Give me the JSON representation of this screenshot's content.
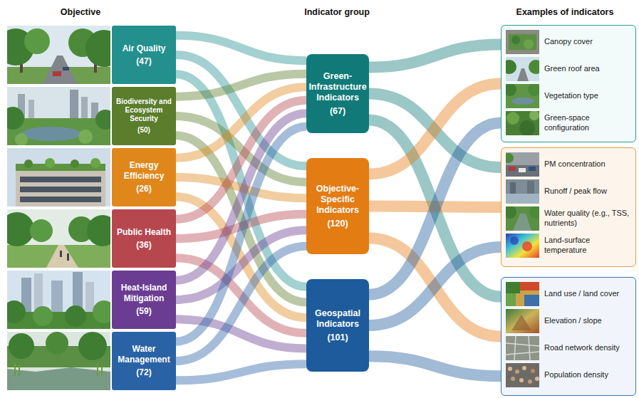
{
  "diagram": {
    "nodes": [
      {
        "text": [
          "Air Quality",
          "(47)"
        ]
      },
      {
        "text": [
          "Biodiversity and Ecosystem Security",
          "(50)"
        ]
      },
      {
        "text": [
          "Energy Efficiency",
          "(26)"
        ]
      },
      {
        "text": [
          "Public Health",
          "(36)"
        ]
      },
      {
        "text": [
          "Heat-Island Mitigation",
          "(59)"
        ]
      },
      {
        "text": [
          "Water Management",
          "(72)"
        ]
      },
      {
        "text": [
          "Green-Infrastructure Indicators",
          "(67)"
        ]
      },
      {
        "text": [
          "Objective-Specific Indicators",
          "(120)"
        ]
      },
      {
        "text": [
          "Geospatial Indicators",
          "(101)"
        ]
      },
      {
        "text": [
          "Canopy cover",
          "Green roof area",
          "Vegetation type",
          "Green-space configuration"
        ]
      },
      {
        "text": [
          "PM concentration",
          "Runoff / peak flow",
          "Water quality (e.g., TSS, nutrients)",
          "Land-surface temperature"
        ]
      },
      {
        "text": [
          "Land use / land cover",
          "Elevation / slope",
          "Road network density",
          "Population density"
        ]
      }
    ],
    "edges": [
      {
        "from": 0,
        "to": 6,
        "arrow": "none"
      },
      {
        "from": 0,
        "to": 7,
        "arrow": "none"
      },
      {
        "from": 0,
        "to": 8,
        "arrow": "none"
      },
      {
        "from": 1,
        "to": 6,
        "arrow": "none"
      },
      {
        "from": 1,
        "to": 7,
        "arrow": "none"
      },
      {
        "from": 1,
        "to": 8,
        "arrow": "none"
      },
      {
        "from": 2,
        "to": 6,
        "arrow": "none"
      },
      {
        "from": 2,
        "to": 7,
        "arrow": "none"
      },
      {
        "from": 2,
        "to": 8,
        "arrow": "none"
      },
      {
        "from": 3,
        "to": 6,
        "arrow": "none"
      },
      {
        "from": 3,
        "to": 7,
        "arrow": "none"
      },
      {
        "from": 3,
        "to": 8,
        "arrow": "none"
      },
      {
        "from": 4,
        "to": 6,
        "arrow": "none"
      },
      {
        "from": 4,
        "to": 7,
        "arrow": "none"
      },
      {
        "from": 4,
        "to": 8,
        "arrow": "none"
      },
      {
        "from": 5,
        "to": 6,
        "arrow": "none"
      },
      {
        "from": 5,
        "to": 7,
        "arrow": "none"
      },
      {
        "from": 5,
        "to": 8,
        "arrow": "none"
      },
      {
        "from": 6,
        "to": 9,
        "arrow": "none"
      },
      {
        "from": 6,
        "to": 10,
        "arrow": "none"
      },
      {
        "from": 6,
        "to": 11,
        "arrow": "none"
      },
      {
        "from": 7,
        "to": 9,
        "arrow": "none"
      },
      {
        "from": 7,
        "to": 10,
        "arrow": "none"
      },
      {
        "from": 7,
        "to": 11,
        "arrow": "none"
      },
      {
        "from": 8,
        "to": 9,
        "arrow": "none"
      },
      {
        "from": 8,
        "to": 10,
        "arrow": "none"
      },
      {
        "from": 8,
        "to": 11,
        "arrow": "none"
      }
    ],
    "labels": [
      "Objective",
      "Indicator group",
      "Examples of indicators"
    ]
  }
}
